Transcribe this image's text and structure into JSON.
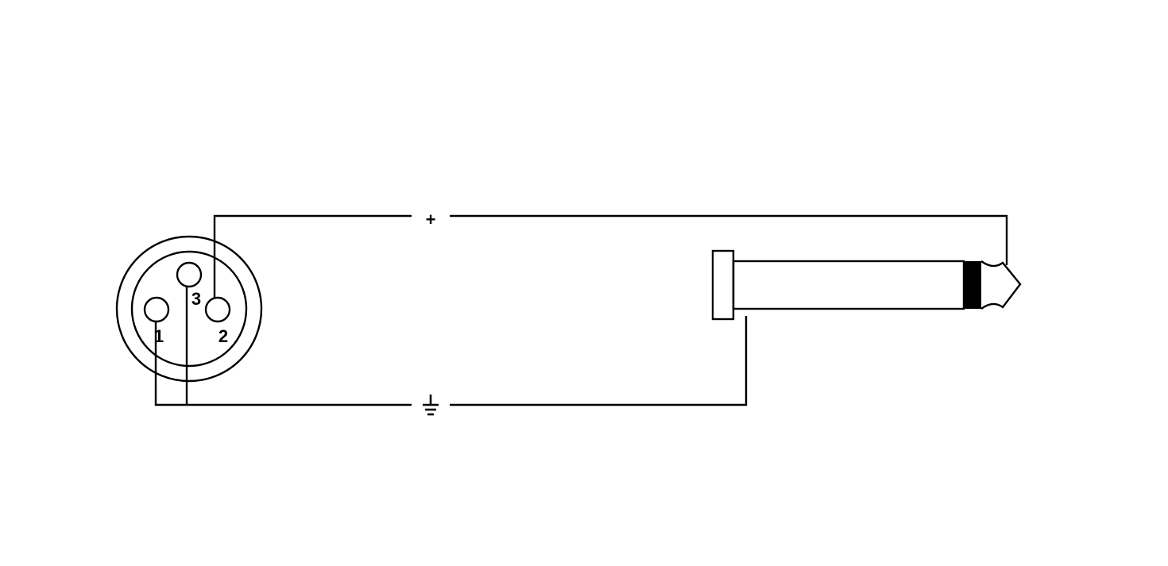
{
  "xlr_connector": {
    "pins": [
      {
        "label": "1"
      },
      {
        "label": "2"
      },
      {
        "label": "3"
      }
    ]
  },
  "wires": {
    "signal": {
      "symbol": "+"
    },
    "ground": {
      "symbol": "ground-icon"
    }
  },
  "colors": {
    "line": "#000000",
    "background": "#ffffff"
  }
}
